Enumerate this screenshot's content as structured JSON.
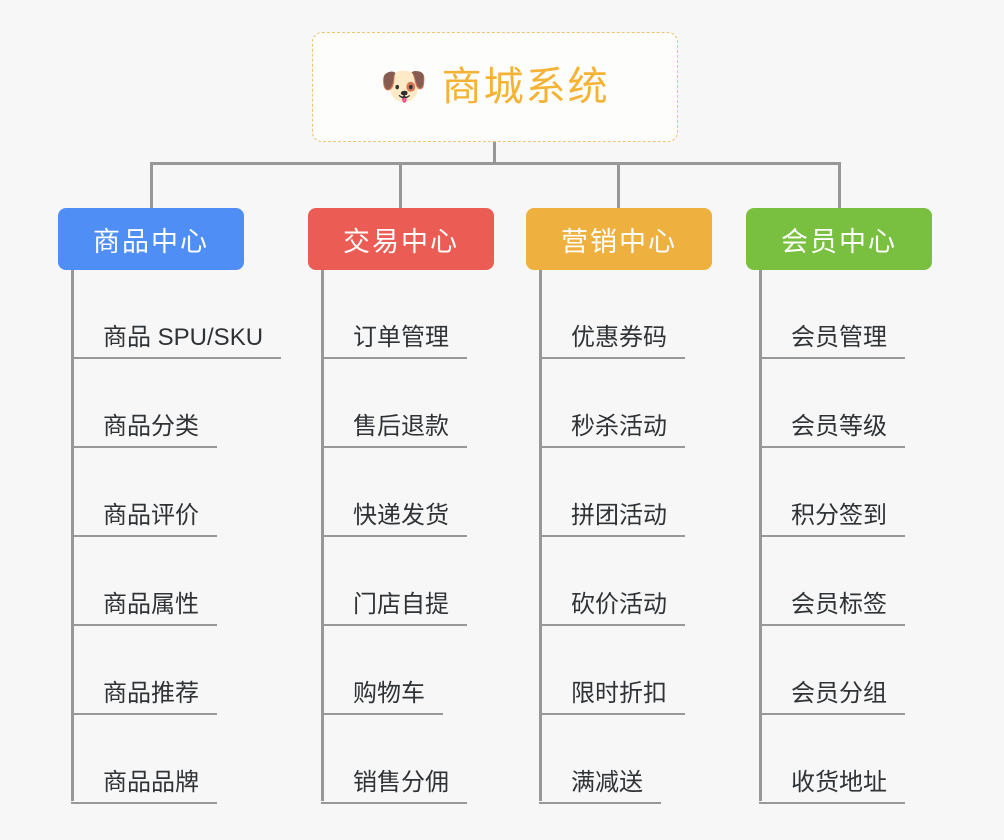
{
  "root": {
    "icon": "shiba-dog-emoji",
    "emoji": "🐶",
    "title": "商城系统",
    "title_color": "#f5b335",
    "border_color": "#f0c271"
  },
  "branches": [
    {
      "id": "product-center",
      "title": "商品中心",
      "color": "#4f8ef4",
      "items": [
        "商品 SPU/SKU",
        "商品分类",
        "商品评价",
        "商品属性",
        "商品推荐",
        "商品品牌"
      ]
    },
    {
      "id": "trade-center",
      "title": "交易中心",
      "color": "#eb5c55",
      "items": [
        "订单管理",
        "售后退款",
        "快递发货",
        "门店自提",
        "购物车",
        "销售分佣"
      ]
    },
    {
      "id": "marketing-center",
      "title": "营销中心",
      "color": "#eeb03f",
      "items": [
        "优惠券码",
        "秒杀活动",
        "拼团活动",
        "砍价活动",
        "限时折扣",
        "满减送"
      ]
    },
    {
      "id": "member-center",
      "title": "会员中心",
      "color": "#79c040",
      "items": [
        "会员管理",
        "会员等级",
        "积分签到",
        "会员标签",
        "会员分组",
        "收货地址"
      ]
    }
  ],
  "theme": {
    "background": "#f7f7f7",
    "connector_color": "#989898",
    "leaf_text_color": "#2f3336"
  }
}
